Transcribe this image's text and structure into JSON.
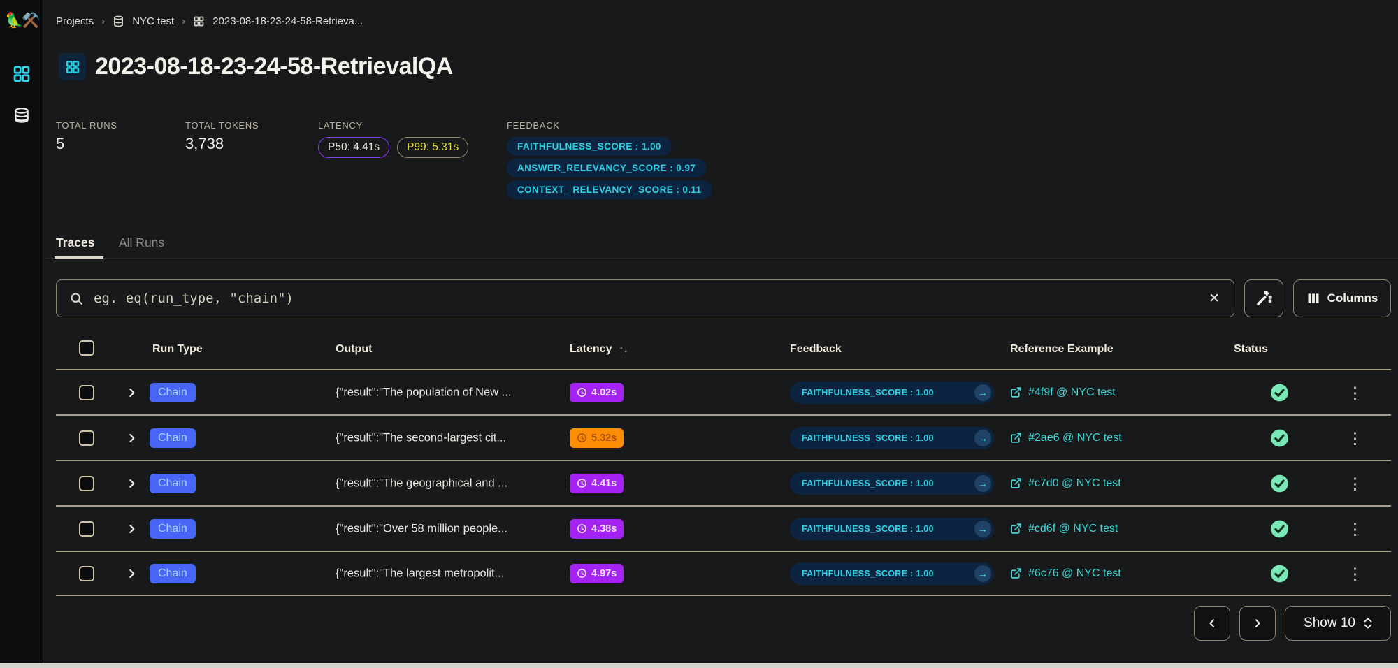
{
  "app": {
    "logo": "🦜⚒️"
  },
  "breadcrumb": {
    "projects": "Projects",
    "dataset": "NYC test",
    "session": "2023-08-18-23-24-58-Retrieva..."
  },
  "header": {
    "title": "2023-08-18-23-24-58-RetrievalQA"
  },
  "stats": {
    "runs_label": "TOTAL RUNS",
    "runs_value": "5",
    "tokens_label": "TOTAL TOKENS",
    "tokens_value": "3,738",
    "latency_label": "LATENCY",
    "p50": "P50: 4.41s",
    "p99": "P99: 5.31s",
    "feedback_label": "FEEDBACK",
    "feedback_pills": [
      "FAITHFULNESS_SCORE : 1.00",
      "ANSWER_RELEVANCY_SCORE : 0.97",
      "CONTEXT_ RELEVANCY_SCORE : 0.11"
    ]
  },
  "tabs": {
    "traces": "Traces",
    "all_runs": "All Runs"
  },
  "toolbar": {
    "search_placeholder": "eg. eq(run_type, \"chain\")",
    "columns_label": "Columns"
  },
  "table": {
    "headers": {
      "run_type": "Run Type",
      "output": "Output",
      "latency": "Latency",
      "feedback": "Feedback",
      "reference": "Reference Example",
      "status": "Status"
    },
    "rows": [
      {
        "run_type": "Chain",
        "output": "{\"result\":\"The population of New ...",
        "latency": "4.02s",
        "latency_color": "purple",
        "feedback": "FAITHFULNESS_SCORE : 1.00",
        "reference": "#4f9f @ NYC test",
        "status": "success"
      },
      {
        "run_type": "Chain",
        "output": "{\"result\":\"The second-largest cit...",
        "latency": "5.32s",
        "latency_color": "orange",
        "feedback": "FAITHFULNESS_SCORE : 1.00",
        "reference": "#2ae6 @ NYC test",
        "status": "success"
      },
      {
        "run_type": "Chain",
        "output": "{\"result\":\"The geographical and ...",
        "latency": "4.41s",
        "latency_color": "purple",
        "feedback": "FAITHFULNESS_SCORE : 1.00",
        "reference": "#c7d0 @ NYC test",
        "status": "success"
      },
      {
        "run_type": "Chain",
        "output": "{\"result\":\"Over 58 million people...",
        "latency": "4.38s",
        "latency_color": "purple",
        "feedback": "FAITHFULNESS_SCORE : 1.00",
        "reference": "#cd6f @ NYC test",
        "status": "success"
      },
      {
        "run_type": "Chain",
        "output": "{\"result\":\"The largest metropolit...",
        "latency": "4.97s",
        "latency_color": "purple",
        "feedback": "FAITHFULNESS_SCORE : 1.00",
        "reference": "#6c76 @ NYC test",
        "status": "success"
      }
    ]
  },
  "pagination": {
    "show": "Show 10"
  },
  "icons": {
    "close": "✕",
    "kebab": "⋮",
    "sort": "↑↓",
    "crumb_sep": "›",
    "fb_arrow": "→"
  },
  "colors": {
    "accent_cyan": "#2ed2e6",
    "chain_blue": "#4866f6",
    "latency_purple": "#a422f2",
    "latency_orange": "#ff8c05",
    "success_mint": "#78e9b6",
    "pill_navy": "#0d2440",
    "border_tan": "#8f8672",
    "p99_yellow": "#e4e03e"
  }
}
